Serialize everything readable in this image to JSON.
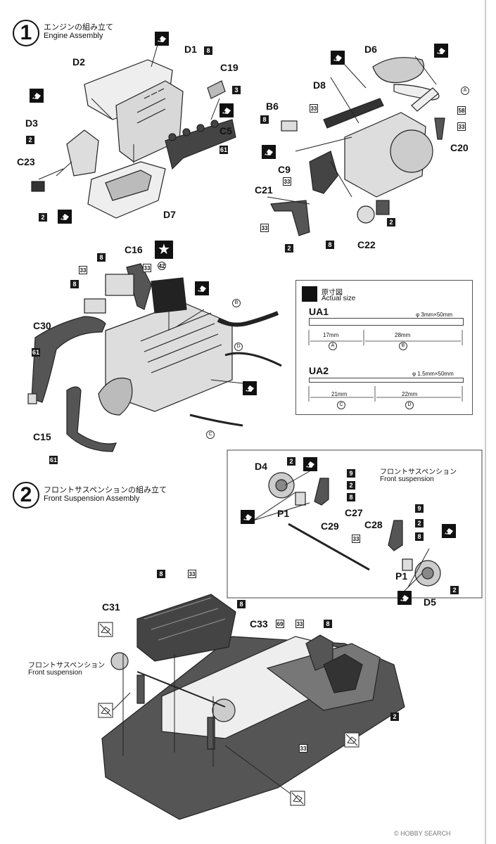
{
  "step1": {
    "num": "1",
    "title_jp": "エンジンの組み立て",
    "title_en": "Engine Assembly"
  },
  "step2": {
    "num": "2",
    "title_jp": "フロントサスペンションの組み立て",
    "title_en": "Front Suspension Assembly"
  },
  "parts": {
    "d1": "D1",
    "d2": "D2",
    "d3": "D3",
    "d4": "D4",
    "d5": "D5",
    "d6": "D6",
    "d7": "D7",
    "d8": "D8",
    "b6": "B6",
    "c5": "C5",
    "c9": "C9",
    "c15": "C15",
    "c16": "C16",
    "c19": "C19",
    "c20": "C20",
    "c21": "C21",
    "c22": "C22",
    "c23": "C23",
    "c27": "C27",
    "c28": "C28",
    "c29": "C29",
    "c30": "C30",
    "c31": "C31",
    "c33": "C33",
    "p1a": "P1",
    "p1b": "P1"
  },
  "colors": {
    "c2": "2",
    "c3": "3",
    "c8": "8",
    "c9": "9",
    "c33": "33",
    "c42": "42",
    "c58": "58",
    "c61": "61",
    "c69": "69"
  },
  "icons": [
    "cement-icon",
    "no-cement-icon",
    "star-icon"
  ],
  "actual_size": {
    "title_jp": "原寸図",
    "title_en": "Actual size",
    "ua1": {
      "name": "UA1",
      "spec": "φ 3mm×50mm",
      "seg1": "17mm",
      "seg2": "28mm",
      "c1": "A",
      "c2": "B"
    },
    "ua2": {
      "name": "UA2",
      "spec": "φ 1.5mm×50mm",
      "seg1": "21mm",
      "seg2": "22mm",
      "c1": "C",
      "c2": "D"
    }
  },
  "inset": {
    "label_jp": "フロントサスペンション",
    "label_en": "Front suspension"
  },
  "front_label": {
    "label_jp": "フロントサスペンション",
    "label_en": "Front suspension"
  },
  "markers": {
    "a": "A",
    "b": "B",
    "c": "C",
    "d": "D"
  },
  "watermark": "© HOBBY SEARCH"
}
